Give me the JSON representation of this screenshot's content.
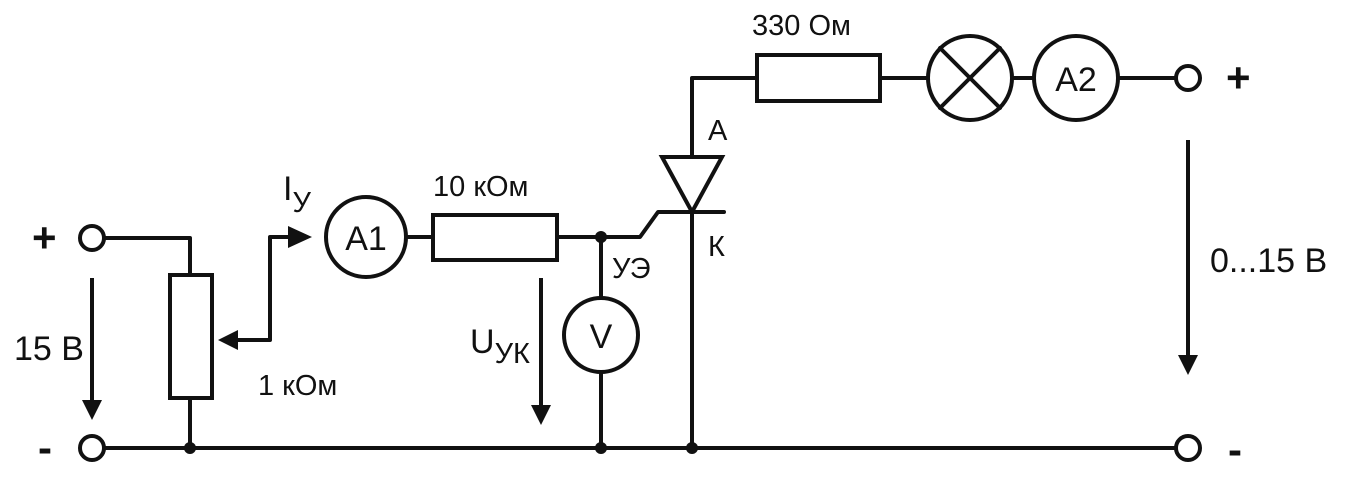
{
  "diagram": {
    "labels": {
      "input_plus": "+",
      "input_minus": "-",
      "input_voltage": "15 В",
      "potentiometer": "1 кОм",
      "control_current_main": "I",
      "control_current_sub": "У",
      "ammeter1": "A1",
      "resistor_control": "10 кОм",
      "control_electrode_node": "УЭ",
      "voltmeter": "V",
      "control_voltage_main": "U",
      "control_voltage_sub": "УК",
      "anode": "A",
      "cathode": "К",
      "resistor_load": "330 Ом",
      "ammeter2": "A2",
      "output_plus": "+",
      "output_minus": "-",
      "output_voltage": "0...15 В"
    },
    "colors": {
      "ink": "#111111",
      "background": "#ffffff"
    }
  }
}
